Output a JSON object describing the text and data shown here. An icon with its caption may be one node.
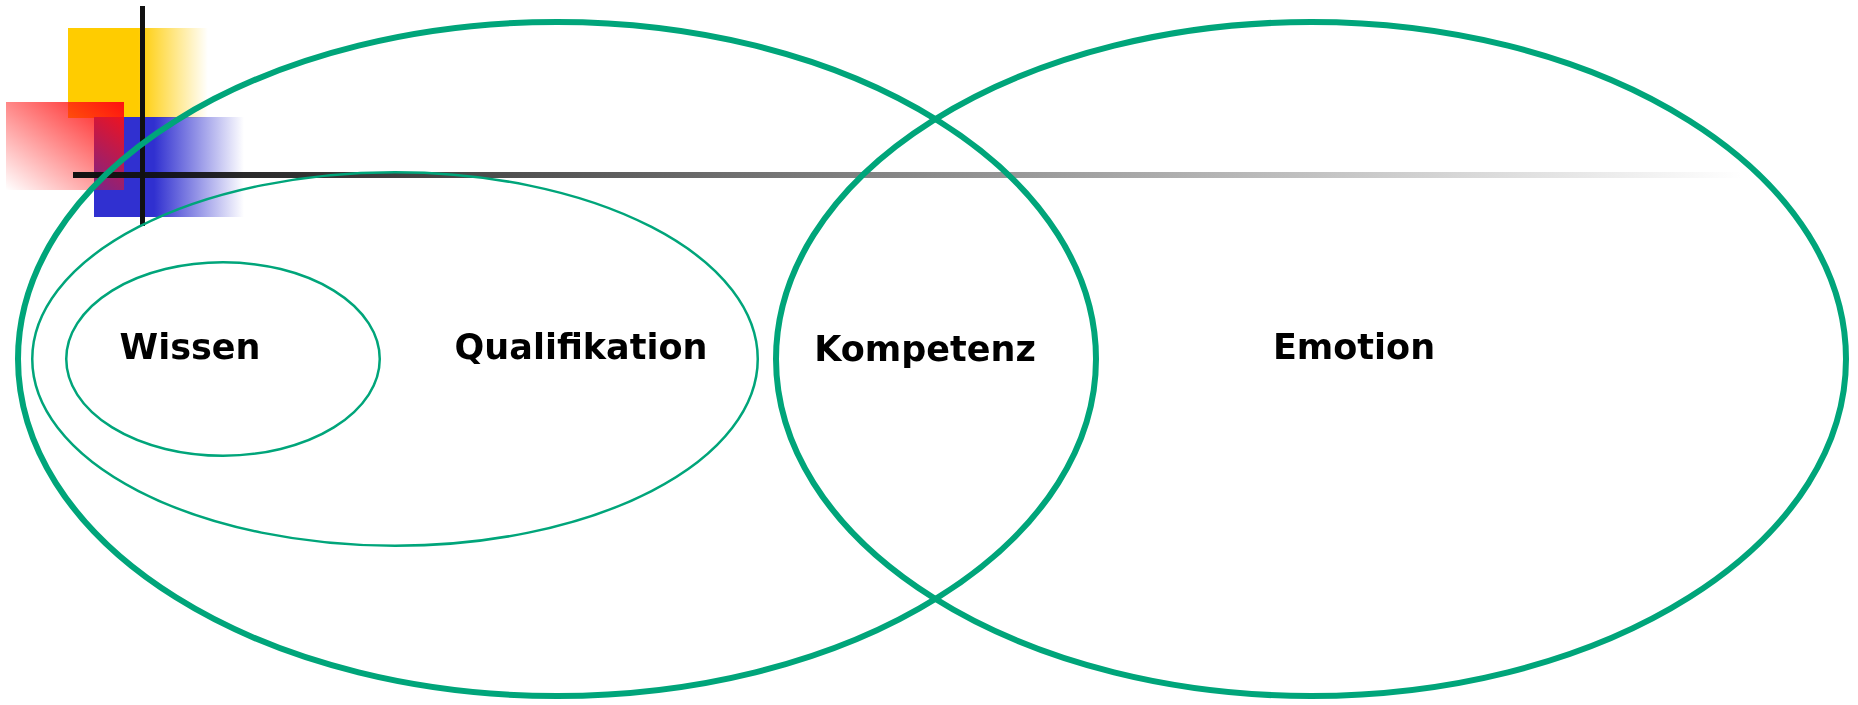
{
  "diagram": {
    "nodes": [
      {
        "text": [],
        "shape": "ellipse"
      },
      {
        "text": [
          "Qualifikation"
        ],
        "in": 0
      },
      {
        "text": [
          "Wissen"
        ],
        "in": 1
      },
      {
        "text": [
          "Emotion"
        ]
      }
    ],
    "edges": [],
    "labels": [
      "Kompetenz"
    ]
  }
}
